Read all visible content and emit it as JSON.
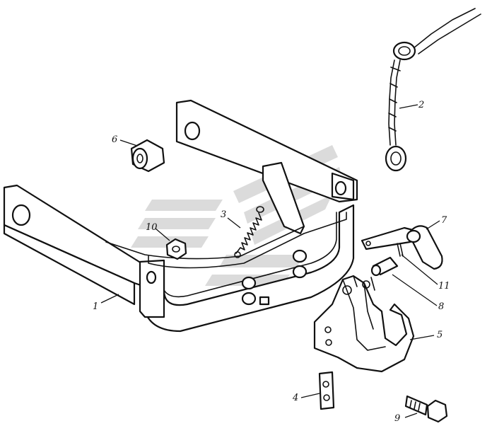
{
  "callouts": {
    "c1": "1",
    "c2": "2",
    "c3": "3",
    "c4": "4",
    "c5": "5",
    "c6": "6",
    "c7": "7",
    "c8": "8",
    "c9": "9",
    "c10": "10",
    "c11": "11"
  },
  "colors": {
    "line": "#111111",
    "watermark": "#cfcfcf",
    "background": "#ffffff"
  }
}
